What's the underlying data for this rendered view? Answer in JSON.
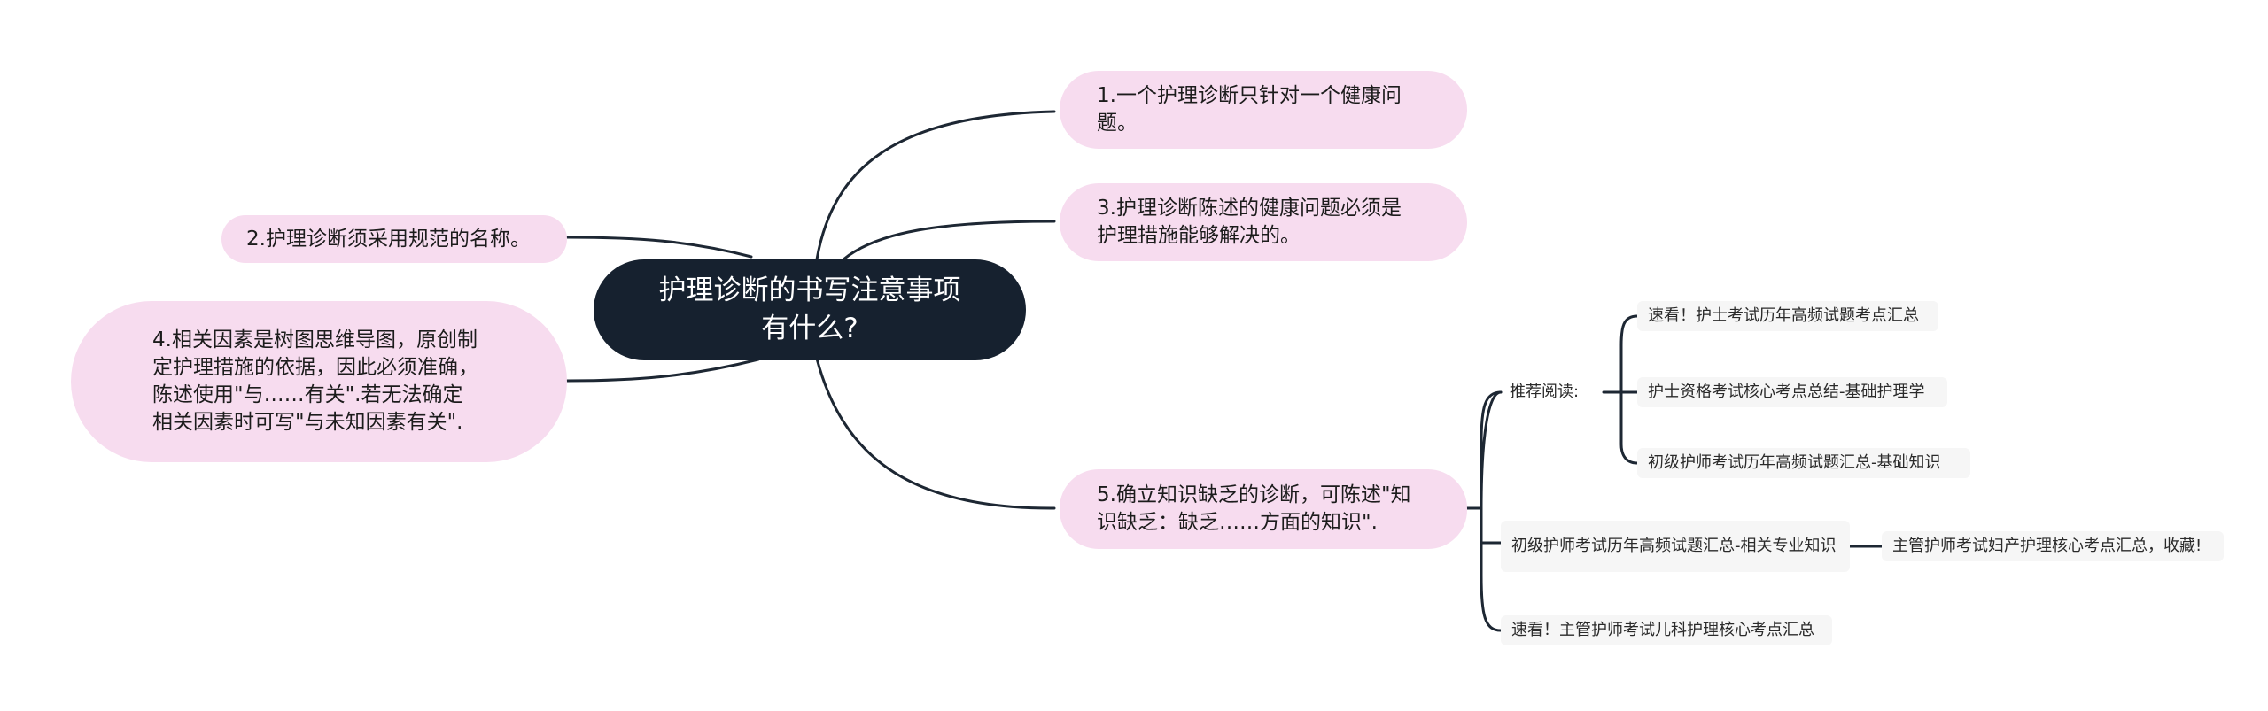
{
  "root": {
    "line1": "护理诊断的书写注意事项",
    "line2": "有什么?"
  },
  "branches": {
    "b1": "1.一个护理诊断只针对一个健康问题。",
    "b2": "2.护理诊断须采用规范的名称。",
    "b3": "3.护理诊断陈述的健康问题必须是护理措施能够解决的。",
    "b4": "4.相关因素是树图思维导图，原创制定护理措施的依据，因此必须准确，陈述使用\"与……有关\".若无法确定相关因素时可写\"与未知因素有关\".",
    "b5": "5.确立知识缺乏的诊断，可陈述\"知识缺乏：缺乏……方面的知识\"."
  },
  "recommend": {
    "label": "推荐阅读:",
    "items": [
      "速看！护士考试历年高频试题考点汇总",
      "护士资格考试核心考点总结-基础护理学",
      "初级护师考试历年高频试题汇总-基础知识"
    ]
  },
  "extra": {
    "mid": "初级护师考试历年高频试题汇总-相关专业知识",
    "mid_child": "主管护师考试妇产护理核心考点汇总，收藏!",
    "last": "速看！主管护师考试儿科护理核心考点汇总"
  },
  "colors": {
    "root_bg": "#16212f",
    "branch_bg": "#f7dcef",
    "leaf_bg": "#f6f6f6",
    "line": "#1d2733"
  }
}
